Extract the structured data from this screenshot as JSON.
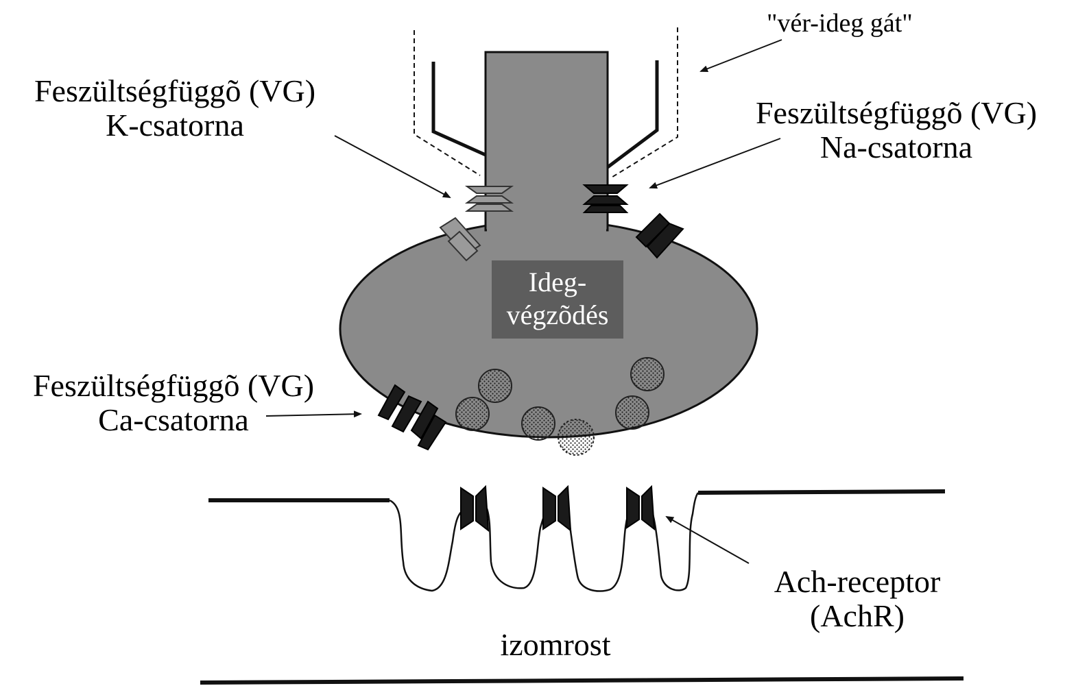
{
  "labels": {
    "blood_nerve_barrier": "\"vér-ideg gát\"",
    "k_channel": {
      "line1": "Feszültségfüggõ (VG)",
      "line2": "K-csatorna"
    },
    "na_channel": {
      "line1": "Feszültségfüggõ (VG)",
      "line2": "Na-csatorna"
    },
    "ca_channel": {
      "line1": "Feszültségfüggõ (VG)",
      "line2": "Ca-csatorna"
    },
    "nerve_terminal": {
      "line1": "Ideg-",
      "line2": "végzõdés"
    },
    "ach_receptor": {
      "line1": "Ach-receptor",
      "line2": "(AchR)"
    },
    "muscle_fiber": "izomrost"
  },
  "colors": {
    "terminal_fill": "#8a8a8a",
    "terminal_label_bg": "#5d5d5d",
    "k_channel": "#9a9a9a",
    "dark_channel": "#1a1a1a",
    "vesicle_fill": "#f2f2f2",
    "line": "#111111"
  }
}
